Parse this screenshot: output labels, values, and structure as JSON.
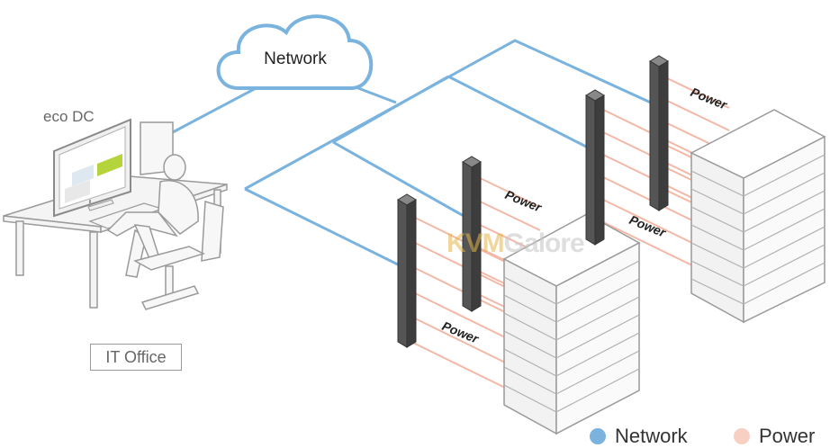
{
  "network_label": "Network",
  "eco_label": "eco DC",
  "office_label": "IT Office",
  "power_label": "Power",
  "watermark": {
    "part1": "KVM",
    "part2": "Galore"
  },
  "legend": [
    {
      "label": "Network",
      "color": "#7ab3dd"
    },
    {
      "label": "Power",
      "color": "#f7cfc3"
    }
  ],
  "colors": {
    "network_line": "#7ab3dd",
    "power_line": "#f4b8a6",
    "outline": "#9a9a9a",
    "pole": "#4d4d4d"
  }
}
